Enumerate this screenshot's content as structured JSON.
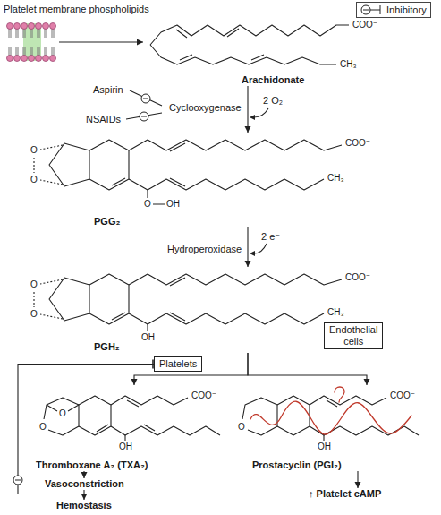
{
  "diagram": {
    "nodes": [
      {
        "text": [
          "Platelet membrane phospholipids"
        ]
      },
      {
        "text": [
          "Arachidonate"
        ]
      },
      {
        "text": [
          "PGG₂"
        ]
      },
      {
        "text": [
          "PGH₂"
        ]
      },
      {
        "text": [
          "Platelets"
        ]
      },
      {
        "text": [
          "Endothelial cells"
        ]
      },
      {
        "text": [
          "Thromboxane A₂ (TXA₂)"
        ]
      },
      {
        "text": [
          "Prostacyclin (PGI₂)"
        ]
      },
      {
        "text": [
          "Vasoconstriction"
        ]
      },
      {
        "text": [
          "Hemostasis"
        ]
      },
      {
        "text": [
          "↑ Platelet cAMP"
        ]
      }
    ],
    "edges": [
      {
        "from": 0,
        "to": 1,
        "arrow": "to"
      },
      {
        "from": 1,
        "to": 2,
        "arrow": "to",
        "label": "Cyclooxygenase"
      },
      {
        "from": 2,
        "to": 3,
        "arrow": "to",
        "label": "Hydroperoxidase"
      },
      {
        "from": 3,
        "to": 6,
        "arrow": "to"
      },
      {
        "from": 3,
        "to": 7,
        "arrow": "to"
      },
      {
        "from": 6,
        "to": 8,
        "arrow": "to"
      },
      {
        "from": 8,
        "to": 9,
        "arrow": "to"
      },
      {
        "from": 7,
        "to": 10,
        "arrow": "to"
      },
      {
        "from": 10,
        "to": 4,
        "arrow": "to"
      }
    ],
    "labels": [
      "Aspirin",
      "NSAIDs",
      "2 O₂",
      "2 e⁻",
      "COO⁻",
      "CH₃",
      "O",
      "O",
      "COO⁻",
      "CH₃",
      "O",
      "OH",
      "O",
      "O",
      "COO⁻",
      "CH₃",
      "OH",
      "O",
      "O",
      "COO⁻",
      "OH",
      "O",
      "COO⁻",
      "OH"
    ],
    "legend": [
      {
        "text": "Inhibitory"
      }
    ]
  }
}
